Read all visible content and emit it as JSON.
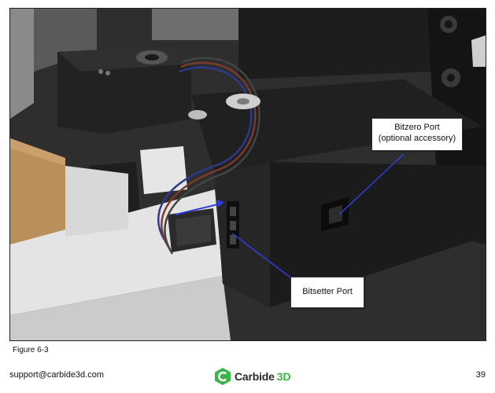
{
  "figure": {
    "callouts": {
      "bitzero_line1": "Bitzero Port",
      "bitzero_line2": "(optional accessory)",
      "bitsetter": "Bitsetter Port"
    },
    "caption": "Figure 6-3",
    "arrow_color": "#2f3fd6"
  },
  "footer": {
    "email": "support@carbide3d.com",
    "brand_name": "Carbide",
    "brand_accent": "3D",
    "brand_color": "#3bb54a",
    "page_number": "39"
  }
}
